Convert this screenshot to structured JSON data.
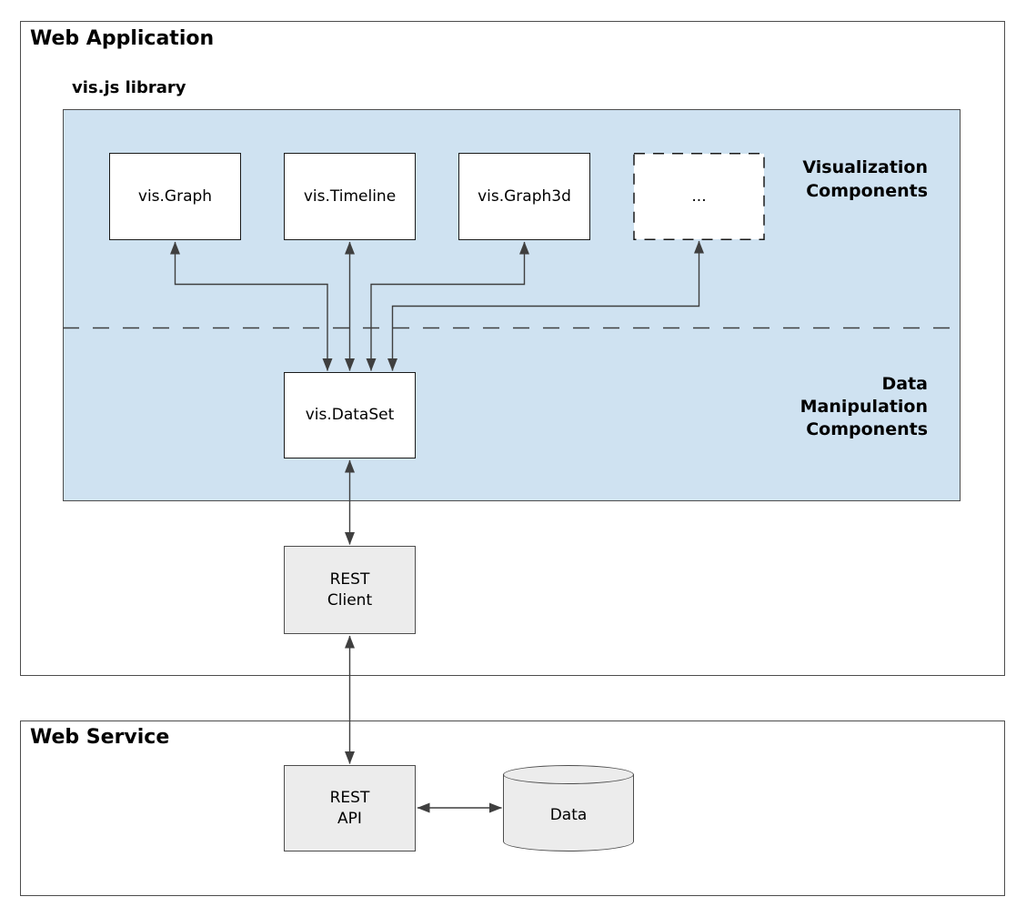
{
  "colors": {
    "library_fill": "#cfe2f1",
    "module_fill": "#ececec",
    "line": "#3f3f3f",
    "frame_border": "#4d4d4d",
    "node_border": "#1a1a1a",
    "text": "#000000"
  },
  "web_application": {
    "title": "Web Application",
    "library": {
      "title": "vis.js library",
      "visualization_section_label": "Visualization\nComponents",
      "data_section_label": "Data\nManipulation\nComponents",
      "components": [
        {
          "label": "vis.Graph"
        },
        {
          "label": "vis.Timeline"
        },
        {
          "label": "vis.Graph3d"
        },
        {
          "label": "..."
        }
      ],
      "dataset": {
        "label": "vis.DataSet"
      }
    },
    "rest_client": {
      "label": "REST\nClient"
    }
  },
  "web_service": {
    "title": "Web Service",
    "rest_api": {
      "label": "REST\nAPI"
    },
    "database": {
      "label": "Data"
    }
  }
}
